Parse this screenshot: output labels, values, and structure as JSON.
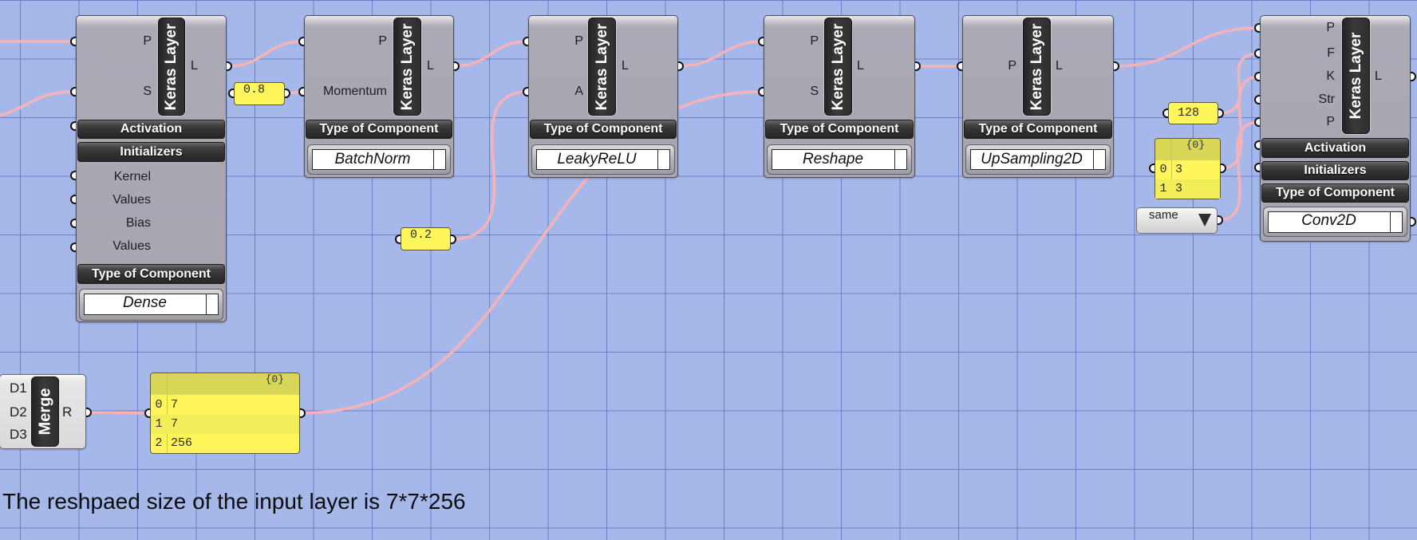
{
  "canvas": {
    "background_color": "#a6b8ea",
    "grid_color": "#6c7fcb",
    "wire_color": "#f5b3b8"
  },
  "components": {
    "dense_layer": {
      "name": "Keras Layer",
      "inputs": [
        "P",
        "S"
      ],
      "output": "L",
      "activation_label": "Activation",
      "initializers_label": "Initializers",
      "initializer_inputs": [
        "Kernel",
        "Values",
        "Bias",
        "Values"
      ],
      "type_header": "Type of Component",
      "type_value": "Dense"
    },
    "batchnorm_layer": {
      "name": "Keras Layer",
      "inputs": [
        "P",
        "Momentum"
      ],
      "output": "L",
      "type_header": "Type of Component",
      "type_value": "BatchNorm"
    },
    "leakyrelu_layer": {
      "name": "Keras Layer",
      "inputs": [
        "P",
        "A"
      ],
      "output": "L",
      "type_header": "Type of Component",
      "type_value": "LeakyReLU"
    },
    "reshape_layer": {
      "name": "Keras Layer",
      "inputs": [
        "P",
        "S"
      ],
      "output": "L",
      "type_header": "Type of Component",
      "type_value": "Reshape"
    },
    "upsampling_layer": {
      "name": "Keras Layer",
      "inputs": [
        "P"
      ],
      "output": "L",
      "type_header": "Type of Component",
      "type_value": "UpSampling2D"
    },
    "conv2d_layer": {
      "name": "Keras Layer",
      "inputs": [
        "P",
        "F",
        "K",
        "Str",
        "P"
      ],
      "output": "L",
      "activation_label": "Activation",
      "initializers_label": "Initializers",
      "type_header": "Type of Component",
      "type_value": "Conv2D"
    },
    "merge": {
      "name": "Merge",
      "inputs": [
        "D1",
        "D2",
        "D3"
      ],
      "output": "R"
    }
  },
  "panels": {
    "momentum_value": "0.8",
    "alpha_value": "0.2",
    "filters_value": "128",
    "kernel_size_list": {
      "header": "{0}",
      "rows": [
        {
          "index": "0",
          "value": "3"
        },
        {
          "index": "1",
          "value": "3"
        }
      ]
    },
    "reshape_size_list": {
      "header": "{0}",
      "rows": [
        {
          "index": "0",
          "value": "7"
        },
        {
          "index": "1",
          "value": "7"
        },
        {
          "index": "2",
          "value": "256"
        }
      ]
    },
    "padding_dropdown": {
      "value": "same"
    }
  },
  "annotation": {
    "text": "The reshpaed size of the input layer is 7*7*256"
  },
  "connections": [
    {
      "from": "dense_layer.L",
      "to": "batchnorm_layer.P"
    },
    {
      "from": "momentum_value",
      "to": "batchnorm_layer.Momentum"
    },
    {
      "from": "batchnorm_layer.L",
      "to": "leakyrelu_layer.P"
    },
    {
      "from": "alpha_value",
      "to": "leakyrelu_layer.A"
    },
    {
      "from": "leakyrelu_layer.L",
      "to": "reshape_layer.P"
    },
    {
      "from": "reshape_size_list",
      "to": "reshape_layer.S"
    },
    {
      "from": "reshape_layer.L",
      "to": "upsampling_layer.P"
    },
    {
      "from": "upsampling_layer.L",
      "to": "conv2d_layer.P"
    },
    {
      "from": "filters_value",
      "to": "conv2d_layer.F"
    },
    {
      "from": "kernel_size_list",
      "to": "conv2d_layer.K"
    },
    {
      "from": "padding_dropdown",
      "to": "conv2d_layer.P"
    },
    {
      "from": "merge.R",
      "to": "reshape_size_list"
    }
  ]
}
